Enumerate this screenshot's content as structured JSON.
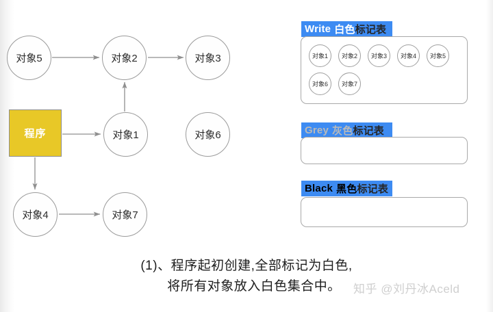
{
  "graph": {
    "process_node": {
      "label": "程序",
      "fill": "#e8c827"
    },
    "nodes": [
      {
        "id": "obj5",
        "label": "对象5"
      },
      {
        "id": "obj2",
        "label": "对象2"
      },
      {
        "id": "obj3",
        "label": "对象3"
      },
      {
        "id": "obj1",
        "label": "对象1"
      },
      {
        "id": "obj6",
        "label": "对象6"
      },
      {
        "id": "obj4",
        "label": "对象4"
      },
      {
        "id": "obj7",
        "label": "对象7"
      }
    ],
    "edges": [
      {
        "from": "obj5",
        "to": "obj2"
      },
      {
        "from": "obj2",
        "to": "obj3"
      },
      {
        "from": "obj1",
        "to": "obj2"
      },
      {
        "from": "程序",
        "to": "obj1"
      },
      {
        "from": "程序",
        "to": "obj4"
      },
      {
        "from": "obj4",
        "to": "obj7"
      }
    ]
  },
  "lists": {
    "white": {
      "title_en": "Write",
      "title_cn": "白色",
      "title_tail": "标记表",
      "highlight_color": "#3d8bf2",
      "items": [
        "对象1",
        "对象2",
        "对象3",
        "对象4",
        "对象5",
        "对象6",
        "对象7"
      ]
    },
    "grey": {
      "title_en": "Grey",
      "title_cn": "灰色",
      "title_tail": "标记表",
      "highlight_color": "#3d8bf2",
      "items": []
    },
    "black": {
      "title_en": "Black",
      "title_cn": "黑色",
      "title_tail": "标记表",
      "highlight_color": "#3d8bf2",
      "items": []
    }
  },
  "caption": {
    "line1": "(1)、程序起初创建,全部标记为白色,",
    "line2": "将所有对象放入白色集合中。"
  },
  "watermark": {
    "text": "知乎 @刘丹冰Aceld"
  }
}
